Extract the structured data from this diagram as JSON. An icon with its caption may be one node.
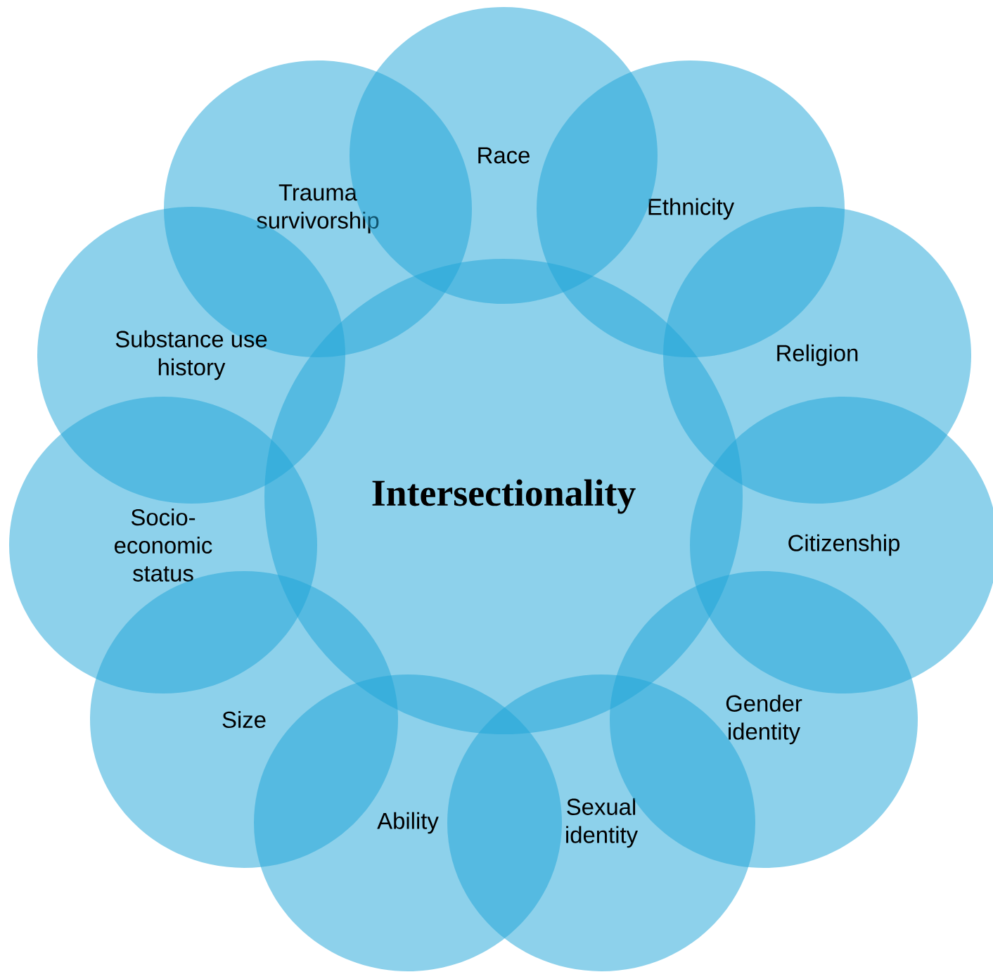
{
  "diagram": {
    "nodes": [
      {
        "text": [
          "Intersectionality"
        ]
      },
      {
        "text": [
          "Race"
        ]
      },
      {
        "text": [
          "Ethnicity"
        ]
      },
      {
        "text": [
          "Religion"
        ]
      },
      {
        "text": [
          "Citizenship"
        ]
      },
      {
        "text": [
          "Gender identity"
        ]
      },
      {
        "text": [
          "Sexual identity"
        ]
      },
      {
        "text": [
          "Ability"
        ]
      },
      {
        "text": [
          "Size"
        ]
      },
      {
        "text": [
          "Socio-economic status"
        ]
      },
      {
        "text": [
          "Substance use history"
        ]
      },
      {
        "text": [
          "Trauma survivorship"
        ]
      }
    ]
  }
}
